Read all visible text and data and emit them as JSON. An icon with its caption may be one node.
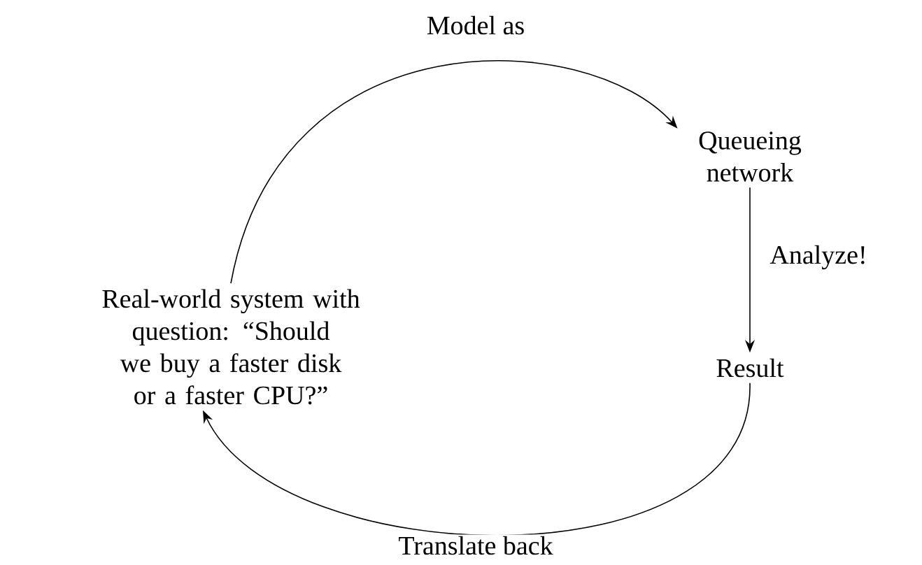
{
  "diagram": {
    "nodes": [
      {
        "text": [
          "Real-world system with question: “Should we buy a faster disk or a faster CPU?”"
        ]
      },
      {
        "text": [
          "Queueing network"
        ]
      },
      {
        "text": [
          "Result"
        ]
      }
    ],
    "edges": [
      {
        "from": 0,
        "to": 1,
        "arrow": "to",
        "label": "Model as"
      },
      {
        "from": 1,
        "to": 2,
        "arrow": "to",
        "label": "Analyze!"
      },
      {
        "from": 2,
        "to": 0,
        "arrow": "to",
        "label": "Translate back"
      }
    ]
  }
}
